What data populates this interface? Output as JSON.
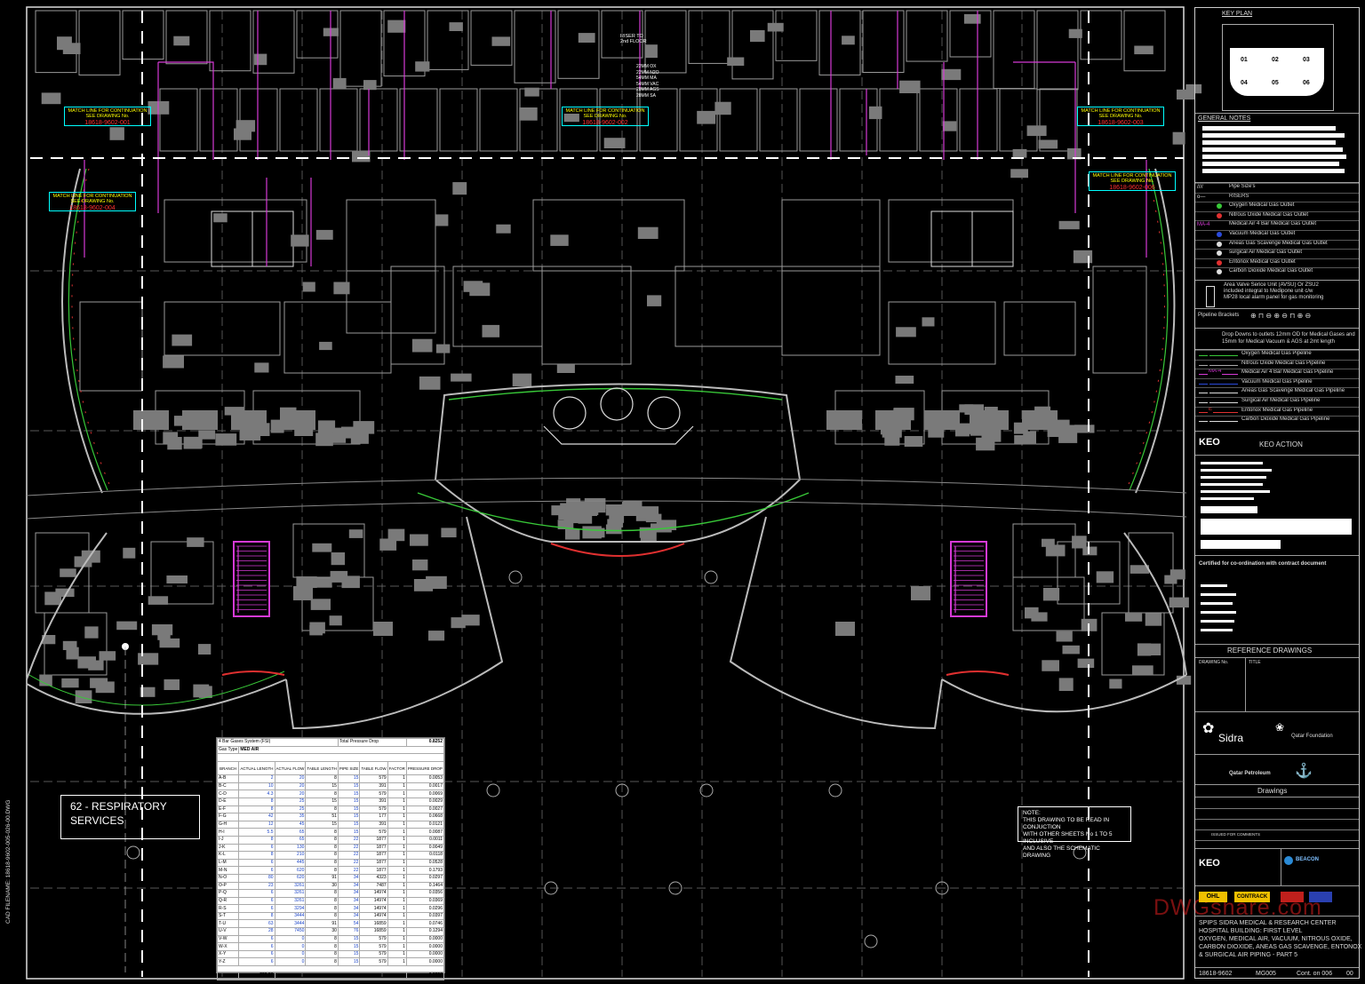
{
  "sidebar_filename": "CAD FILENAME: 18618-9602-005-026-00.DWG",
  "match_lines": [
    {
      "line1": "MATCH LINE FOR CONTINUATION",
      "line2": "SEE DRAWING No.",
      "ref": "18618-9602-001"
    },
    {
      "line1": "MATCH LINE FOR CONTINUATION",
      "line2": "SEE DRAWING No.",
      "ref": "18618-9602-002"
    },
    {
      "line1": "MATCH LINE FOR CONTINUATION",
      "line2": "SEE DRAWING No.",
      "ref": "18618-9602-003"
    },
    {
      "line1": "MATCH LINE FOR CONTINUATION",
      "line2": "SEE DRAWING No.",
      "ref": "18618-9602-004"
    },
    {
      "line1": "MATCH LINE FOR CONTINUATION",
      "line2": "SEE DRAWING No.",
      "ref": "18618-9602-006"
    }
  ],
  "riser_note": [
    "RISER TO",
    "2nd FLOOR"
  ],
  "riser_sizes": [
    "22MM OX",
    "22MM N2O",
    "54MM MA",
    "54MM VAC",
    "28MM AGS",
    "28MM SA"
  ],
  "room_label": [
    "62 - RESPIRATORY",
    "SERVICES"
  ],
  "note": [
    "NOTE:",
    "THIS DRAWING TO BE READ IN CONJUCTION",
    "WITH OTHER SHEETS No 1 TO 5 INCLUSIVE",
    "AND ALSO THE SCHEMATIC DRAWING"
  ],
  "pressure_table": {
    "system": "4 Bar Gases System (FSI)",
    "total_label": "Total Pressure Drop",
    "total_value": "0.8252",
    "gas_type_label": "Gas Type",
    "gas_type": "MED AIR",
    "headers": [
      "BRANCH",
      "ACTUAL LENGTH",
      "ACTUAL FLOW",
      "TABLE LENGTH",
      "PIPE SIZE",
      "TABLE FLOW",
      "FACTOR",
      "PRESSURE DROP"
    ],
    "rows": [
      [
        "A-B",
        "2",
        "20",
        "8",
        "15",
        "579",
        "1",
        "0.0053"
      ],
      [
        "B-C",
        "10",
        "20",
        "15",
        "15",
        "391",
        "1",
        "0.0017"
      ],
      [
        "C-D",
        "4.3",
        "20",
        "8",
        "15",
        "579",
        "1",
        "0.0069"
      ],
      [
        "D-E",
        "8",
        "25",
        "15",
        "15",
        "391",
        "1",
        "0.0029"
      ],
      [
        "E-F",
        "8",
        "25",
        "8",
        "15",
        "579",
        "1",
        "0.0027"
      ],
      [
        "F-G",
        "42",
        "35",
        "51",
        "15",
        "177",
        "1",
        "0.0668"
      ],
      [
        "G-H",
        "12",
        "45",
        "15",
        "15",
        "391",
        "1",
        "0.0121"
      ],
      [
        "H-I",
        "5.5",
        "65",
        "8",
        "15",
        "579",
        "1",
        "0.0087"
      ],
      [
        "I-J",
        "8",
        "65",
        "8",
        "22",
        "1877",
        "1",
        "0.0011"
      ],
      [
        "J-K",
        "6",
        "130",
        "8",
        "22",
        "1877",
        "1",
        "0.0049"
      ],
      [
        "K-L",
        "8",
        "210",
        "8",
        "22",
        "1877",
        "1",
        "0.0118"
      ],
      [
        "L-M",
        "6",
        "445",
        "8",
        "22",
        "1877",
        "1",
        "0.0528"
      ],
      [
        "M-N",
        "6",
        "620",
        "8",
        "22",
        "1877",
        "1",
        "0.1793"
      ],
      [
        "N-O",
        "80",
        "620",
        "91",
        "34",
        "4323",
        "1",
        "0.0297"
      ],
      [
        "O-P",
        "23",
        "3261",
        "30",
        "34",
        "7487",
        "1",
        "0.1464"
      ],
      [
        "P-Q",
        "6",
        "3261",
        "8",
        "34",
        "14974",
        "1",
        "0.0356"
      ],
      [
        "Q-R",
        "6",
        "3261",
        "8",
        "34",
        "14974",
        "1",
        "0.0369"
      ],
      [
        "R-S",
        "6",
        "3294",
        "8",
        "34",
        "14974",
        "1",
        "0.0296"
      ],
      [
        "S-T",
        "8",
        "3444",
        "8",
        "34",
        "14974",
        "1",
        "0.0397"
      ],
      [
        "T-U",
        "63",
        "3444",
        "91",
        "54",
        "16859",
        "1",
        "0.0746"
      ],
      [
        "U-V",
        "28",
        "7450",
        "30",
        "76",
        "16859",
        "1",
        "0.1294"
      ],
      [
        "V-W",
        "6",
        "0",
        "8",
        "15",
        "579",
        "1",
        "0.0000"
      ],
      [
        "W-X",
        "6",
        "0",
        "8",
        "15",
        "579",
        "1",
        "0.0000"
      ],
      [
        "X-Y",
        "6",
        "0",
        "8",
        "15",
        "579",
        "1",
        "0.0000"
      ],
      [
        "Y-Z",
        "6",
        "0",
        "8",
        "15",
        "579",
        "1",
        "0.0000"
      ]
    ],
    "sum_length": "326.80",
    "sum_drop": "0.8252"
  },
  "title_block": {
    "key_plan": "KEY PLAN",
    "key_cells": [
      "01",
      "02",
      "03",
      "04",
      "05",
      "06"
    ],
    "general_notes": "GENERAL NOTES",
    "legend": [
      {
        "sym": "////",
        "text": "Pipe Size's"
      },
      {
        "sym": "o—",
        "text": "RISERS"
      },
      {
        "sym": "",
        "text": "Oxygen Medical Gas Outlet"
      },
      {
        "sym": "",
        "text": "Nitrous Oxide Medical Gas Outlet"
      },
      {
        "sym": "MA-4",
        "text": "Medical Air 4 Bar Medical Gas Outlet"
      },
      {
        "sym": "",
        "text": "Vacuum Medical Gas Outlet"
      },
      {
        "sym": "",
        "text": "Aneas Gas Scavenge Medical Gas Outlet"
      },
      {
        "sym": "",
        "text": "surgical Air Medical Gas Outlet"
      },
      {
        "sym": "",
        "text": "Entonox Medical Gas Outlet"
      },
      {
        "sym": "",
        "text": "Carbon Dioxide Medical Gas Outlet"
      }
    ],
    "avsu": [
      "Area Valve Serice Unit (AVSU) Or ZSU2",
      "included integral to Medipone unit c/w",
      "MP28 local alarm panel for gas monitoring"
    ],
    "brackets": "Pipeline Brackets",
    "drops": [
      "Drop Downs to outlets 12mm OD for Medical Gases and",
      "15mm for Medical Vacuum & AGS at 2mt length"
    ],
    "pipelines": [
      "Oxygen Medical Gas Pipeline",
      "Nitrous Oxide Medical Gas Pipeline",
      "Medical Air 4 Bar Medical Gas Pipeline",
      "Vacuum Medical Gas Pipeline",
      "Aneas Gas Scavenge Medical Gas Pipeline",
      "Surgical Air Medical Gas Pipeline",
      "Entonox Medical Gas Pipeline",
      "Carbon Dioxide Medical Gas Pipeline"
    ],
    "pipeline_syms": [
      "",
      "",
      "MA-4",
      "",
      "",
      "",
      "E",
      ""
    ],
    "keo": "KEO",
    "keo_action": "KEO ACTION",
    "certified": "Certified for co-ordination with contract document",
    "reference": "REFERENCE DRAWINGS",
    "ref_cols": [
      "DRAWING No.",
      "TITLE"
    ],
    "sidra": "Sidra",
    "qf": "Qatar Foundation",
    "qp": "Qatar Petroleum",
    "drawings": "Drawings",
    "issue": "ISSUED FOR COMMENTS",
    "beacon": "BEACON",
    "ohl": "OHL",
    "contrack": "CONTRACK",
    "project_title": [
      "SPIPS  SIDRA MEDICAL & RESEARCH CENTER",
      "HOSPITAL BUILDING: FIRST LEVEL",
      "OXYGEN, MEDICAL AIR, VACUUM, NITROUS OXIDE,",
      "CARBON DIOXIDE, ANEAS GAS SCAVENGE, ENTONOX",
      "& SURGICAL AIR PIPING - PART 5"
    ],
    "drawing_no": "18618-9602",
    "sheet": "MG005",
    "cont": "Cont. on 006",
    "rev": "00"
  },
  "watermark": "DWGshare.com",
  "colors": {
    "background": "#000000",
    "walls": "#b0b0b0",
    "magenta": "#d63ad6",
    "green": "#38c838",
    "red": "#e03030",
    "cyan": "#20e0e0"
  }
}
